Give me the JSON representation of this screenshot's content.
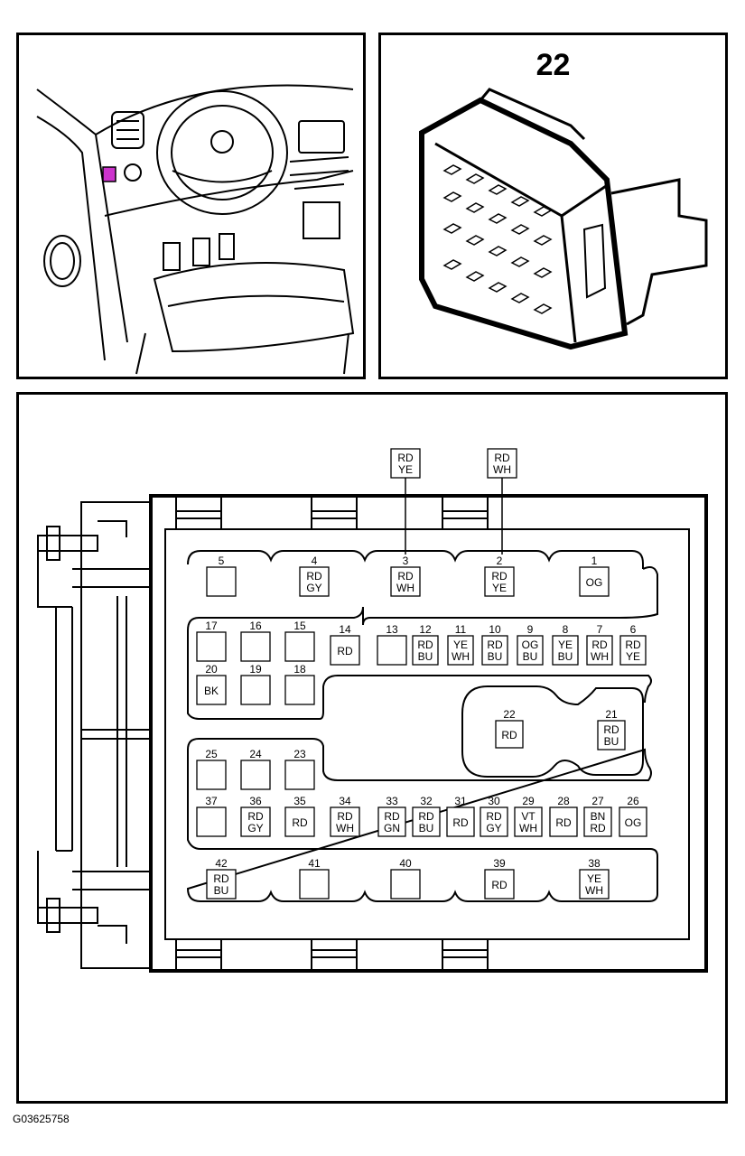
{
  "top_right_label": "22",
  "image_ref": "G03625758",
  "colors": {
    "highlight": "#cc33cc",
    "line": "#000000"
  },
  "pins": [
    {
      "num": "1",
      "code": [
        "OG"
      ]
    },
    {
      "num": "2",
      "code": [
        "RD",
        "YE"
      ]
    },
    {
      "num": "3",
      "code": [
        "RD",
        "WH"
      ]
    },
    {
      "num": "4",
      "code": [
        "RD",
        "GY"
      ]
    },
    {
      "num": "5",
      "code": []
    },
    {
      "num": "6",
      "code": [
        "RD",
        "YE"
      ]
    },
    {
      "num": "7",
      "code": [
        "RD",
        "WH"
      ]
    },
    {
      "num": "8",
      "code": [
        "YE",
        "BU"
      ]
    },
    {
      "num": "9",
      "code": [
        "OG",
        "BU"
      ]
    },
    {
      "num": "10",
      "code": [
        "RD",
        "BU"
      ]
    },
    {
      "num": "11",
      "code": [
        "YE",
        "WH"
      ]
    },
    {
      "num": "12",
      "code": [
        "RD",
        "BU"
      ]
    },
    {
      "num": "13",
      "code": []
    },
    {
      "num": "14",
      "code": [
        "RD"
      ]
    },
    {
      "num": "15",
      "code": []
    },
    {
      "num": "16",
      "code": []
    },
    {
      "num": "17",
      "code": []
    },
    {
      "num": "18",
      "code": []
    },
    {
      "num": "19",
      "code": []
    },
    {
      "num": "20",
      "code": [
        "BK"
      ]
    },
    {
      "num": "21",
      "code": [
        "RD",
        "BU"
      ]
    },
    {
      "num": "22",
      "code": [
        "RD"
      ]
    },
    {
      "num": "23",
      "code": []
    },
    {
      "num": "24",
      "code": []
    },
    {
      "num": "25",
      "code": []
    },
    {
      "num": "26",
      "code": [
        "OG"
      ]
    },
    {
      "num": "27",
      "code": [
        "BN",
        "RD"
      ]
    },
    {
      "num": "28",
      "code": [
        "RD"
      ]
    },
    {
      "num": "29",
      "code": [
        "VT",
        "WH"
      ]
    },
    {
      "num": "30",
      "code": [
        "RD",
        "GY"
      ]
    },
    {
      "num": "31",
      "code": [
        "RD"
      ]
    },
    {
      "num": "32",
      "code": [
        "RD",
        "BU"
      ]
    },
    {
      "num": "33",
      "code": [
        "RD",
        "GN"
      ]
    },
    {
      "num": "34",
      "code": [
        "RD",
        "WH"
      ]
    },
    {
      "num": "35",
      "code": [
        "RD"
      ]
    },
    {
      "num": "36",
      "code": [
        "RD",
        "GY"
      ]
    },
    {
      "num": "37",
      "code": []
    },
    {
      "num": "38",
      "code": [
        "YE",
        "WH"
      ]
    },
    {
      "num": "39",
      "code": [
        "RD"
      ]
    },
    {
      "num": "40",
      "code": []
    },
    {
      "num": "41",
      "code": []
    },
    {
      "num": "42",
      "code": [
        "RD",
        "BU"
      ]
    }
  ],
  "callouts": [
    {
      "pin": "3",
      "code": [
        "RD",
        "YE"
      ]
    },
    {
      "pin": "2",
      "code": [
        "RD",
        "WH"
      ]
    }
  ]
}
